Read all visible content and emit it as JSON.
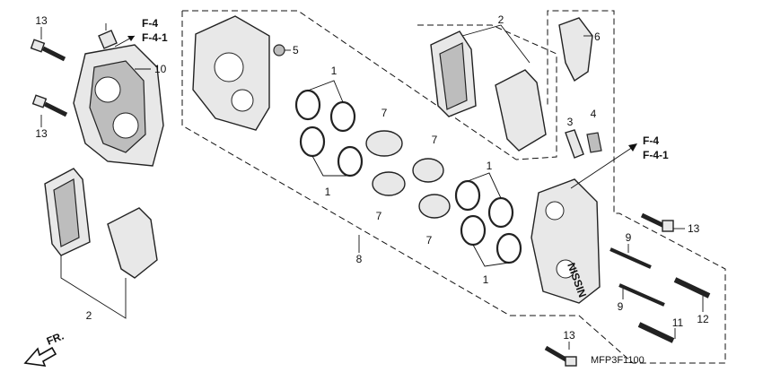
{
  "callouts": {
    "piston_seal": "1",
    "pad_set": "2",
    "bleeder": "3",
    "bleeder_cap": "4",
    "cap_small": "5",
    "spring": "6",
    "piston": "7",
    "caliper_assy": "8",
    "pad_pin": "9",
    "caliper_body": "10",
    "bolt_a": "11",
    "bolt_b": "12",
    "bolt_c": "13"
  },
  "refs": {
    "f4": "F-4",
    "f41": "F-4-1"
  },
  "direction": "FR.",
  "diagram_code": "MFP3F1100",
  "brand_text": "NISSIN"
}
